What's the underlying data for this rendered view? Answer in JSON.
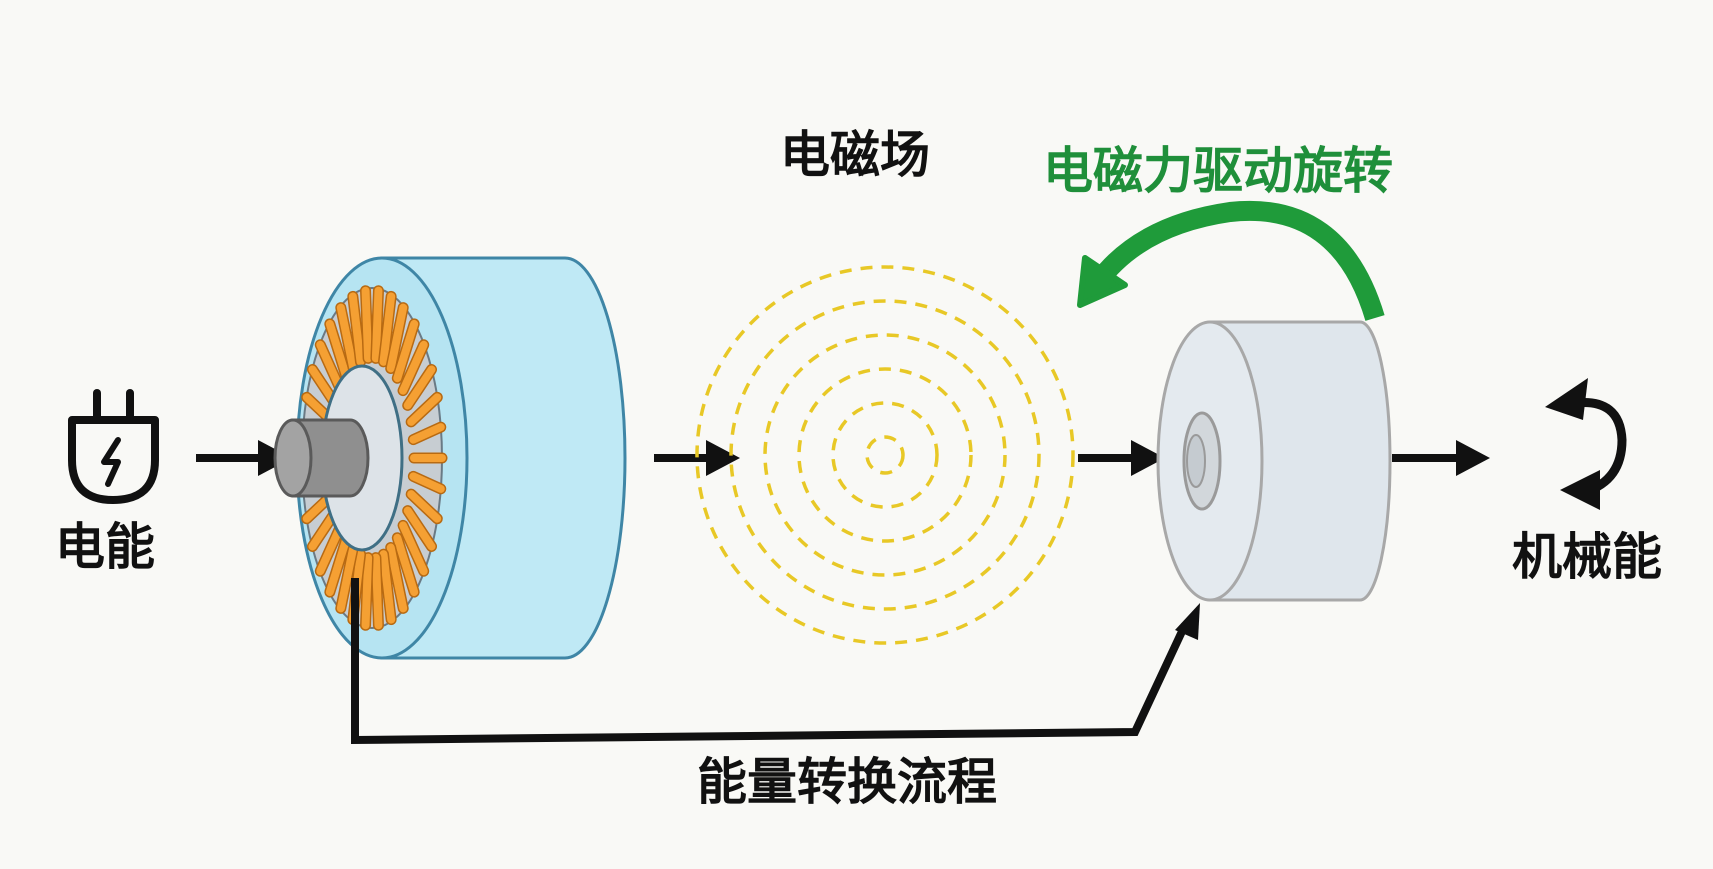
{
  "diagram": {
    "title": "能量转换流程",
    "labels": {
      "input_energy": "电能",
      "magnetic_field": "电磁场",
      "drive_rotation": "电磁力驱动旋转",
      "output_energy": "机械能",
      "process": "能量转换流程"
    },
    "stages": [
      {
        "id": "power-plug",
        "icon": "power-plug-icon",
        "label": "电能"
      },
      {
        "id": "stator-coil",
        "icon": "stator-coil-icon",
        "label": ""
      },
      {
        "id": "magnetic-field",
        "icon": "concentric-field-icon",
        "label": "电磁场"
      },
      {
        "id": "rotor",
        "icon": "rotor-cylinder-icon",
        "label": ""
      },
      {
        "id": "rotation",
        "icon": "rotation-arrows-icon",
        "label": "机械能"
      }
    ],
    "field_rings": 6,
    "colors": {
      "stator_fill": "#bfe9f5",
      "stator_stroke": "#3f86a6",
      "coil": "#f5a033",
      "coil_stroke": "#b86a12",
      "shaft": "#9a9a9a",
      "field": "#e8c826",
      "rotor_fill": "#dfe6ec",
      "rotor_stroke": "#a8a8a8",
      "drive_arrow": "#1f9b3a",
      "arrow": "#111111"
    }
  }
}
